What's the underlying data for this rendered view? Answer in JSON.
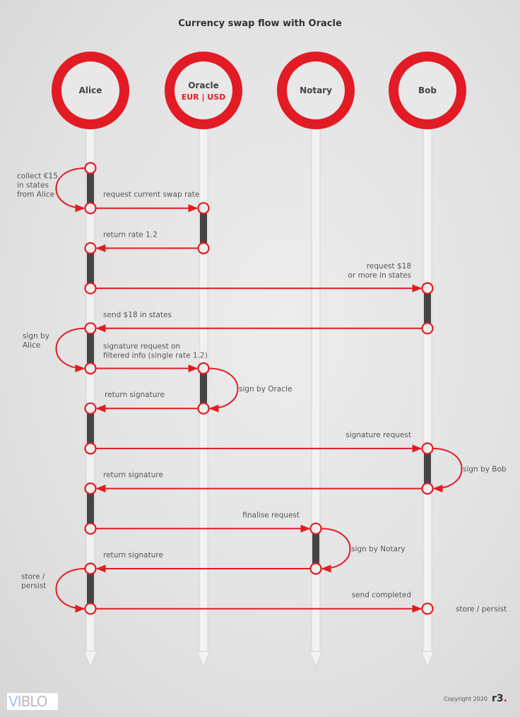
{
  "title": "Currency swap flow with Oracle",
  "colors": {
    "accent": "#e21b24",
    "activation": "#444444",
    "lifeline": "#f2f2f2"
  },
  "actors": [
    {
      "name": "Alice",
      "sub": ""
    },
    {
      "name": "Oracle",
      "sub": "EUR | USD"
    },
    {
      "name": "Notary",
      "sub": ""
    },
    {
      "name": "Bob",
      "sub": ""
    }
  ],
  "messages": [
    {
      "type": "self",
      "actor": 0,
      "from_row": 0,
      "to_row": 1,
      "side": "left",
      "label": "collect €15 in states from Alice"
    },
    {
      "type": "msg",
      "from": 0,
      "to": 1,
      "row": 1,
      "label": "request current swap rate"
    },
    {
      "type": "msg",
      "from": 1,
      "to": 0,
      "row": 2,
      "label": "return rate 1.2"
    },
    {
      "type": "msg",
      "from": 0,
      "to": 3,
      "row": 3,
      "label": "request $18 or more in states"
    },
    {
      "type": "msg",
      "from": 3,
      "to": 0,
      "row": 4,
      "label": "send $18 in states"
    },
    {
      "type": "self",
      "actor": 0,
      "from_row": 4,
      "to_row": 5,
      "side": "left",
      "label": "sign by Alice"
    },
    {
      "type": "msg",
      "from": 0,
      "to": 1,
      "row": 5,
      "label": "signature request on filtered info (single rate 1.2)"
    },
    {
      "type": "self",
      "actor": 1,
      "from_row": 5,
      "to_row": 6,
      "side": "right",
      "label": "sign by Oracle"
    },
    {
      "type": "msg",
      "from": 1,
      "to": 0,
      "row": 6,
      "label": "return signature"
    },
    {
      "type": "msg",
      "from": 0,
      "to": 3,
      "row": 7,
      "label": "signature request"
    },
    {
      "type": "self",
      "actor": 3,
      "from_row": 7,
      "to_row": 8,
      "side": "right",
      "label": "sign by Bob"
    },
    {
      "type": "msg",
      "from": 3,
      "to": 0,
      "row": 8,
      "label": "return signature"
    },
    {
      "type": "msg",
      "from": 0,
      "to": 2,
      "row": 9,
      "label": "finalise request"
    },
    {
      "type": "self",
      "actor": 2,
      "from_row": 9,
      "to_row": 10,
      "side": "right",
      "label": "sign by Notary"
    },
    {
      "type": "msg",
      "from": 2,
      "to": 0,
      "row": 10,
      "label": "return signature"
    },
    {
      "type": "self",
      "actor": 0,
      "from_row": 10,
      "to_row": 11,
      "side": "left",
      "label": "store / persist"
    },
    {
      "type": "msg",
      "from": 0,
      "to": 3,
      "row": 11,
      "label": "send completed"
    },
    {
      "type": "note",
      "actor": 3,
      "row": 11,
      "label": "store / persist"
    }
  ],
  "activations": [
    {
      "actor": 0,
      "from_row": 0,
      "to_row": 1
    },
    {
      "actor": 1,
      "from_row": 1,
      "to_row": 2
    },
    {
      "actor": 0,
      "from_row": 2,
      "to_row": 3
    },
    {
      "actor": 3,
      "from_row": 3,
      "to_row": 4
    },
    {
      "actor": 0,
      "from_row": 4,
      "to_row": 5
    },
    {
      "actor": 1,
      "from_row": 5,
      "to_row": 6
    },
    {
      "actor": 0,
      "from_row": 6,
      "to_row": 7
    },
    {
      "actor": 3,
      "from_row": 7,
      "to_row": 8
    },
    {
      "actor": 0,
      "from_row": 8,
      "to_row": 9
    },
    {
      "actor": 2,
      "from_row": 9,
      "to_row": 10
    },
    {
      "actor": 0,
      "from_row": 10,
      "to_row": 11
    }
  ],
  "footer": {
    "logo": "VIBLO",
    "copyright": "Copyright 2020",
    "brand": "R3"
  }
}
